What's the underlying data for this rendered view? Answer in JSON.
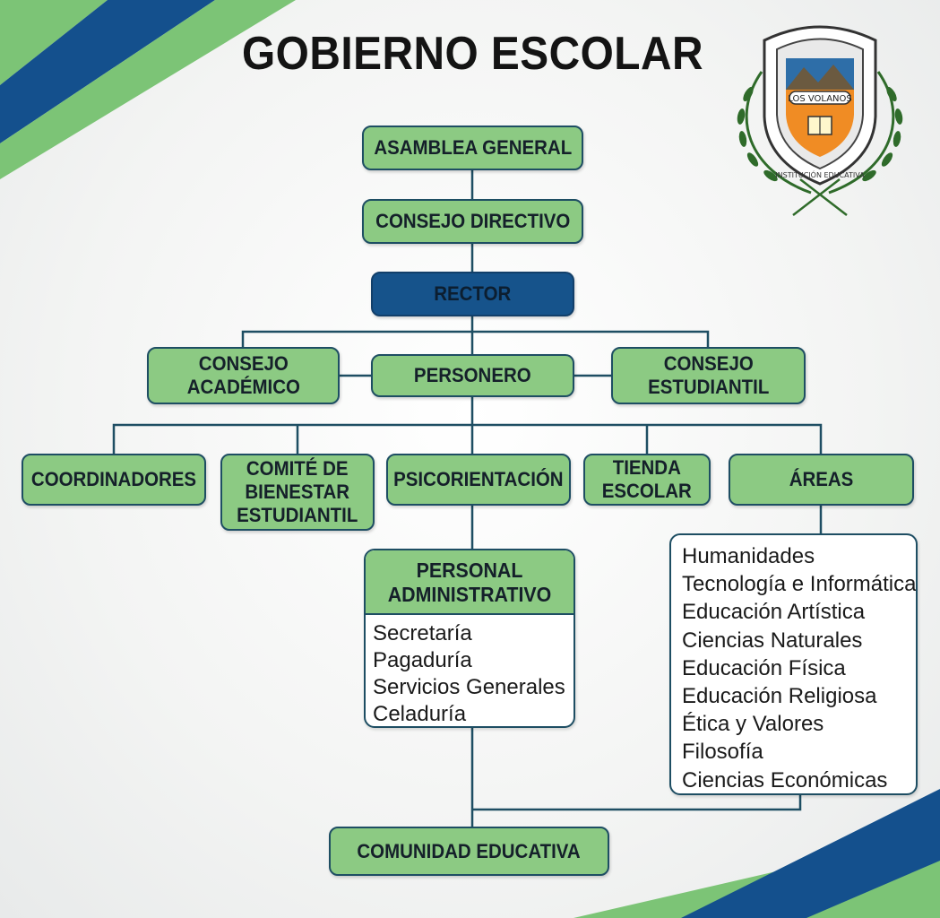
{
  "title": "GOBIERNO ESCOLAR",
  "colors": {
    "node_fill": "#8cca83",
    "node_border": "#1e4e63",
    "rector_fill": "#16538b",
    "connector": "#1e4e63",
    "accent_green": "#7cc476",
    "accent_blue": "#14508d"
  },
  "crest": {
    "icon": "school-crest-icon",
    "motto": "LOS VOLANOS",
    "ring_text": "INSTITUCIÓN EDUCATIVA"
  },
  "nodes": {
    "asamblea": "ASAMBLEA GENERAL",
    "consejo_directivo": "CONSEJO DIRECTIVO",
    "rector": "RECTOR",
    "consejo_academico": "CONSEJO\nACADÉMICO",
    "personero": "PERSONERO",
    "consejo_estudiantil": "CONSEJO\nESTUDIANTIL",
    "coordinadores": "COORDINADORES",
    "comite": "COMITÉ DE\nBIENESTAR\nESTUDIANTIL",
    "psicorientacion": "PSICORIENTACIÓN",
    "tienda": "TIENDA\nESCOLAR",
    "areas": "ÁREAS",
    "comunidad": "COMUNIDAD EDUCATIVA"
  },
  "personal_administrativo": {
    "title": "PERSONAL\nADMINISTRATIVO",
    "items": [
      "Secretaría",
      "Pagaduría",
      "Servicios Generales",
      "Celaduría"
    ]
  },
  "areas_list": {
    "items": [
      "Humanidades",
      "Tecnología e Informática",
      "Educación Artística",
      "Ciencias Naturales",
      "Educación Física",
      "Educación Religiosa",
      "Ética y Valores",
      "Filosofía",
      "Ciencias Económicas"
    ]
  }
}
